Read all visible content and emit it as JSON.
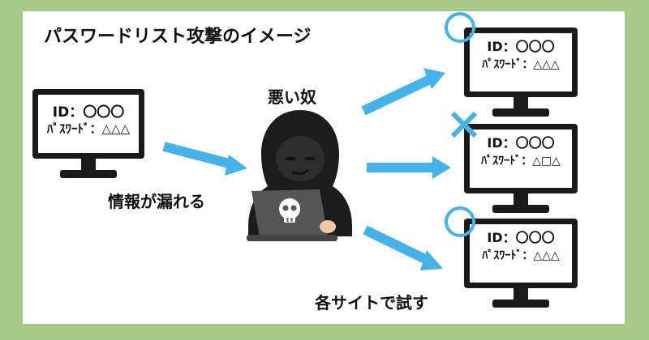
{
  "title": "パスワードリスト攻撃のイメージ",
  "villain_label": "悪い奴",
  "leak_label": "情報が漏れる",
  "try_label": "各サイトで試す",
  "leaked_monitor": {
    "id_line": "ID：〇〇〇",
    "password_line": "ﾊﾟｽﾜｰﾄﾞ：△△△"
  },
  "site_monitors": [
    {
      "id_line": "ID：〇〇〇",
      "password_line": "ﾊﾟｽﾜｰﾄﾞ：△△△",
      "result": "success"
    },
    {
      "id_line": "ID：〇〇〇",
      "password_line": "ﾊﾟｽﾜｰﾄﾞ：△□△",
      "result": "fail"
    },
    {
      "id_line": "ID：〇〇〇",
      "password_line": "ﾊﾟｽﾜｰﾄﾞ：△△△",
      "result": "success"
    }
  ],
  "colors": {
    "background": "#a8c88a",
    "panel": "#ffffff",
    "arrow": "#45b3ea",
    "monitor": "#1a1a1a",
    "hood": "#1c1c1c",
    "laptop": "#555555"
  },
  "icons": [
    "circle-mark-icon",
    "cross-mark-icon",
    "skull-icon"
  ]
}
